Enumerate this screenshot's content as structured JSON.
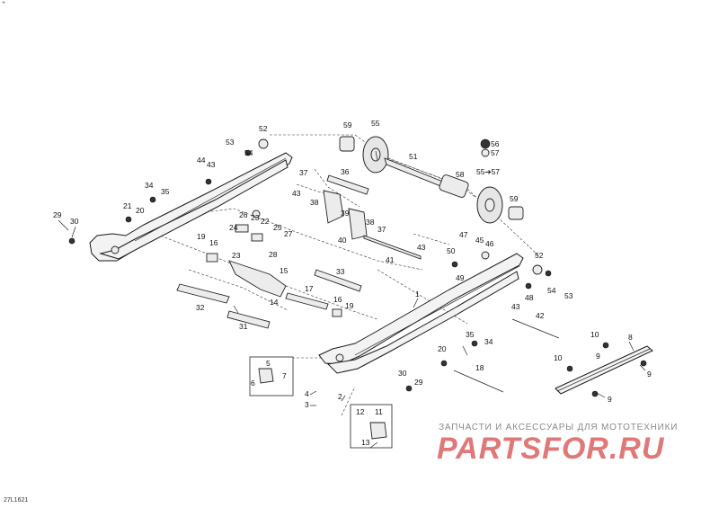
{
  "diagram": {
    "reference_code": "27L1621",
    "corner_mark": "+",
    "watermark": {
      "line1": "ЗАПЧАСТИ И АКСЕССУАРЫ ДЛЯ МОТОТЕХНИКИ",
      "line2": "PARTSFOR.RU"
    },
    "callouts": [
      {
        "label": "1"
      },
      {
        "label": "2"
      },
      {
        "label": "3"
      },
      {
        "label": "4"
      },
      {
        "label": "5"
      },
      {
        "label": "6"
      },
      {
        "label": "7"
      },
      {
        "label": "8"
      },
      {
        "label": "9"
      },
      {
        "label": "9"
      },
      {
        "label": "9"
      },
      {
        "label": "10"
      },
      {
        "label": "10"
      },
      {
        "label": "11"
      },
      {
        "label": "12"
      },
      {
        "label": "13"
      },
      {
        "label": "14"
      },
      {
        "label": "15"
      },
      {
        "label": "16"
      },
      {
        "label": "16"
      },
      {
        "label": "17"
      },
      {
        "label": "18"
      },
      {
        "label": "19"
      },
      {
        "label": "19"
      },
      {
        "label": "20"
      },
      {
        "label": "20"
      },
      {
        "label": "21"
      },
      {
        "label": "22"
      },
      {
        "label": "23"
      },
      {
        "label": "23"
      },
      {
        "label": "24"
      },
      {
        "label": "25"
      },
      {
        "label": "26"
      },
      {
        "label": "27"
      },
      {
        "label": "28"
      },
      {
        "label": "29"
      },
      {
        "label": "29"
      },
      {
        "label": "30"
      },
      {
        "label": "30"
      },
      {
        "label": "31"
      },
      {
        "label": "32"
      },
      {
        "label": "33"
      },
      {
        "label": "34"
      },
      {
        "label": "34"
      },
      {
        "label": "35"
      },
      {
        "label": "35"
      },
      {
        "label": "36"
      },
      {
        "label": "37"
      },
      {
        "label": "37"
      },
      {
        "label": "38"
      },
      {
        "label": "38"
      },
      {
        "label": "39"
      },
      {
        "label": "40"
      },
      {
        "label": "41"
      },
      {
        "label": "42"
      },
      {
        "label": "43"
      },
      {
        "label": "43"
      },
      {
        "label": "43"
      },
      {
        "label": "43"
      },
      {
        "label": "44"
      },
      {
        "label": "45"
      },
      {
        "label": "46"
      },
      {
        "label": "47"
      },
      {
        "label": "48"
      },
      {
        "label": "49"
      },
      {
        "label": "50"
      },
      {
        "label": "51"
      },
      {
        "label": "52"
      },
      {
        "label": "52"
      },
      {
        "label": "53"
      },
      {
        "label": "53"
      },
      {
        "label": "54"
      },
      {
        "label": "54"
      },
      {
        "label": "55"
      },
      {
        "label": "55➔57"
      },
      {
        "label": "56"
      },
      {
        "label": "57"
      },
      {
        "label": "58"
      },
      {
        "label": "59"
      },
      {
        "label": "59"
      }
    ]
  }
}
